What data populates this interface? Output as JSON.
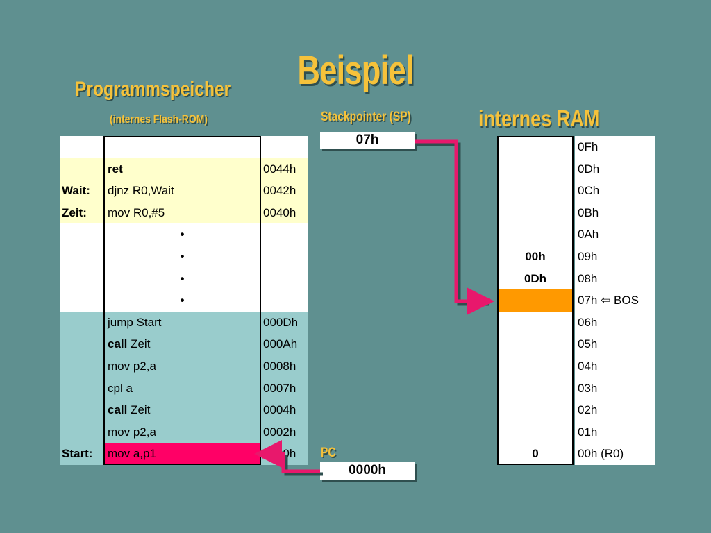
{
  "title": "Beispiel",
  "program_memory": {
    "title": "Programmspeicher",
    "subtitle": "(internes Flash-ROM)",
    "rows": [
      {
        "label": "",
        "instr": "",
        "instr_bold": "",
        "addr": "",
        "bg": "#ffffff"
      },
      {
        "label": "",
        "instr": "",
        "instr_bold": "ret",
        "addr": "0044h",
        "bg": "#ffffcc"
      },
      {
        "label": "Wait:",
        "instr": "djnz R0,Wait",
        "instr_bold": "",
        "addr": "0042h",
        "bg": "#ffffcc"
      },
      {
        "label": "Zeit:",
        "instr": "mov R0,#5",
        "instr_bold": "",
        "addr": "0040h",
        "bg": "#ffffcc"
      },
      {
        "label": "",
        "instr": "•",
        "instr_bold": "",
        "addr": "",
        "bg": "#ffffff",
        "dot": true
      },
      {
        "label": "",
        "instr": "•",
        "instr_bold": "",
        "addr": "",
        "bg": "#ffffff",
        "dot": true
      },
      {
        "label": "",
        "instr": "•",
        "instr_bold": "",
        "addr": "",
        "bg": "#ffffff",
        "dot": true
      },
      {
        "label": "",
        "instr": "•",
        "instr_bold": "",
        "addr": "",
        "bg": "#ffffff",
        "dot": true
      },
      {
        "label": "",
        "instr": "jump Start",
        "instr_bold": "",
        "addr": "000Dh",
        "bg": "#99cccc"
      },
      {
        "label": "",
        "instr": " Zeit",
        "instr_bold": "call",
        "addr": "000Ah",
        "bg": "#99cccc"
      },
      {
        "label": "",
        "instr": "mov p2,a",
        "instr_bold": "",
        "addr": "0008h",
        "bg": "#99cccc"
      },
      {
        "label": "",
        "instr": "cpl a",
        "instr_bold": "",
        "addr": "0007h",
        "bg": "#99cccc"
      },
      {
        "label": "",
        "instr": " Zeit",
        "instr_bold": "call",
        "addr": "0004h",
        "bg": "#99cccc"
      },
      {
        "label": "",
        "instr": "mov p2,a",
        "instr_bold": "",
        "addr": "0002h",
        "bg": "#99cccc"
      },
      {
        "label": "Start:",
        "instr": "mov a,p1",
        "instr_bold": "",
        "addr": "0000h",
        "bg": "#99cccc",
        "highlight": "#ff0066"
      }
    ]
  },
  "stackpointer": {
    "title": "Stackpointer (SP)",
    "value": "07h"
  },
  "pc": {
    "title": "PC",
    "value": "0000h"
  },
  "ram": {
    "title": "internes RAM",
    "rows": [
      {
        "value": "",
        "addr": "0Fh"
      },
      {
        "value": "",
        "addr": "0Dh"
      },
      {
        "value": "",
        "addr": "0Ch"
      },
      {
        "value": "",
        "addr": "0Bh"
      },
      {
        "value": "",
        "addr": "0Ah"
      },
      {
        "value": "00h",
        "addr": "09h"
      },
      {
        "value": "0Dh",
        "addr": "08h"
      },
      {
        "value": "",
        "addr": "07h  ⇦ BOS",
        "highlight": "#ff9900"
      },
      {
        "value": "",
        "addr": "06h"
      },
      {
        "value": "",
        "addr": "05h"
      },
      {
        "value": "",
        "addr": "04h"
      },
      {
        "value": "",
        "addr": "03h"
      },
      {
        "value": "",
        "addr": "02h"
      },
      {
        "value": "",
        "addr": "01h"
      },
      {
        "value": "0",
        "addr": "00h (R0)"
      }
    ]
  },
  "colors": {
    "arrow": "#e8186c",
    "heading": "#f5c23b",
    "background": "#5f9090"
  }
}
